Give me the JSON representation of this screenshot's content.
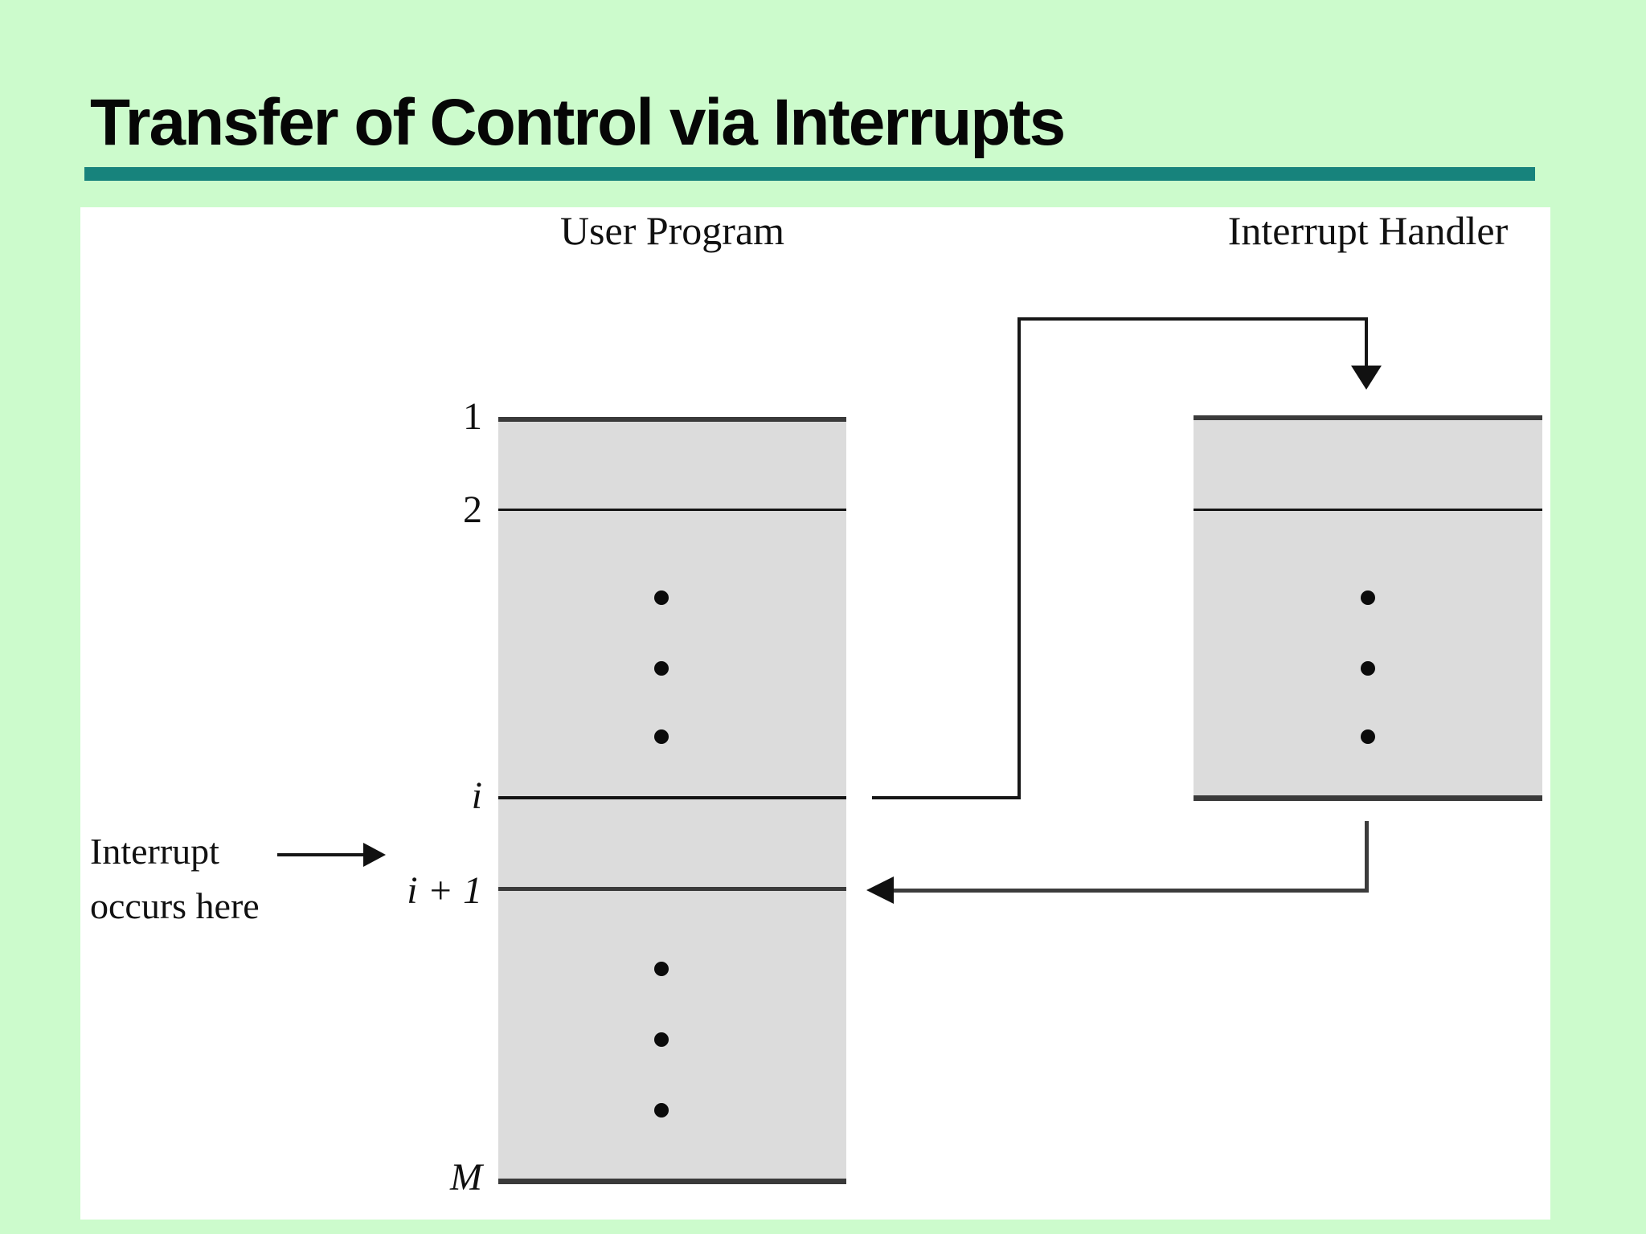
{
  "slide": {
    "title": "Transfer of Control via Interrupts",
    "background_color": "#ccfbcc",
    "accent_bar_color": "#17837c",
    "panel_color": "#ffffff",
    "line_color": "#141414",
    "box_fill_color": "#dcdcdc"
  },
  "diagram": {
    "user_program": {
      "title": "User Program",
      "row_labels": [
        "1",
        "2",
        "i",
        "i + 1",
        "M"
      ]
    },
    "interrupt_handler": {
      "title": "Interrupt Handler"
    },
    "annotation": {
      "line1": "Interrupt",
      "line2": "occurs here"
    }
  }
}
